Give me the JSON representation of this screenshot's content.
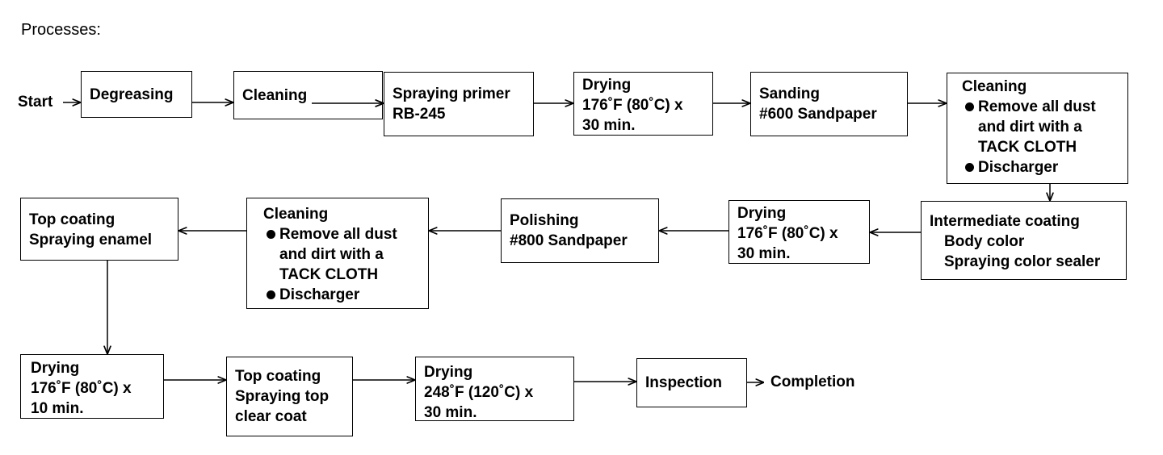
{
  "heading": "Processes:",
  "start": "Start",
  "completion": "Completion",
  "steps": {
    "degreasing": {
      "lines": [
        "Degreasing"
      ]
    },
    "cleaning_1": {
      "lines": [
        "Cleaning"
      ]
    },
    "primer": {
      "lines": [
        "Spraying primer",
        "RB-245"
      ]
    },
    "drying_1": {
      "lines": [
        "Drying",
        "176˚F (80˚C) x",
        "30 min."
      ]
    },
    "sanding": {
      "lines": [
        "Sanding",
        "#600 Sandpaper"
      ]
    },
    "cleaning_2": {
      "title": "Cleaning",
      "bullet1": [
        "Remove all dust",
        "and dirt with a",
        "TACK CLOTH"
      ],
      "bullet2": "Discharger"
    },
    "intermediate": {
      "lines": [
        "Intermediate coating",
        "Body color",
        "Spraying color sealer"
      ]
    },
    "drying_2": {
      "lines": [
        "Drying",
        "176˚F (80˚C) x",
        "30 min."
      ]
    },
    "polishing": {
      "lines": [
        "Polishing",
        "#800 Sandpaper"
      ]
    },
    "cleaning_3": {
      "title": "Cleaning",
      "bullet1": [
        "Remove all dust",
        "and dirt with a",
        "TACK CLOTH"
      ],
      "bullet2": "Discharger"
    },
    "top_enamel": {
      "lines": [
        "Top coating",
        "Spraying enamel"
      ]
    },
    "drying_3": {
      "lines": [
        "Drying",
        "176˚F (80˚C) x",
        "10 min."
      ]
    },
    "top_clear": {
      "lines": [
        "Top coating",
        "Spraying top",
        "clear coat"
      ]
    },
    "drying_4": {
      "lines": [
        "Drying",
        "248˚F (120˚C) x",
        "30 min."
      ]
    },
    "inspection": {
      "lines": [
        "Inspection"
      ]
    }
  }
}
